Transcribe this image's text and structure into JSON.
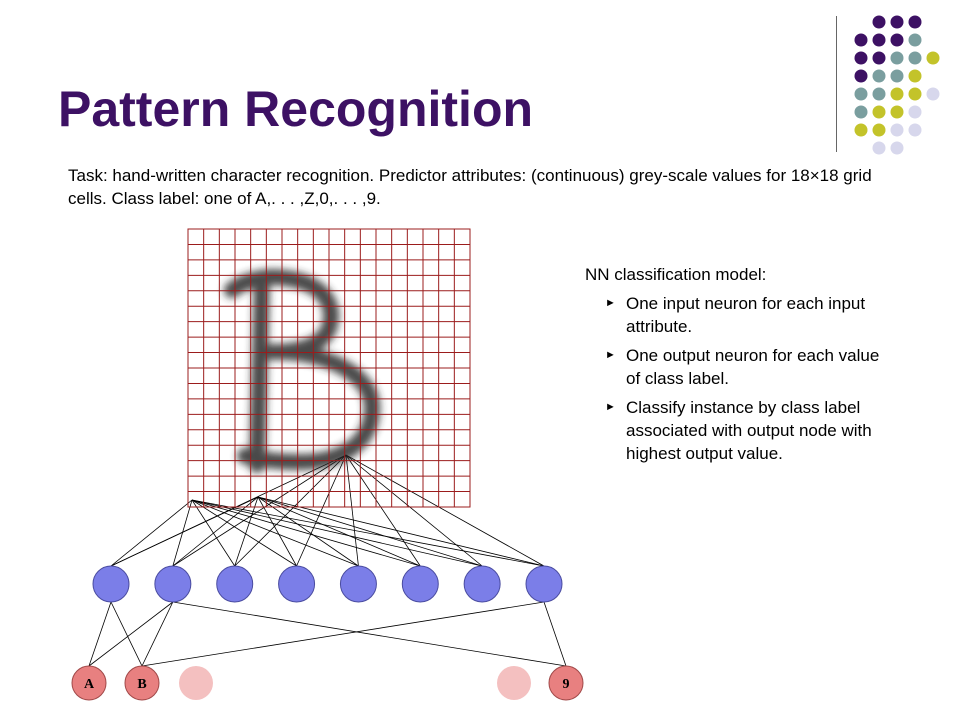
{
  "slide": {
    "title": "Pattern Recognition",
    "task_text": "Task: hand-written character recognition. Predictor attributes: (continuous) grey-scale values for 18×18 grid cells. Class label: one of A,. . . ,Z,0,. . . ,9.",
    "nn_panel": {
      "title": "NN classification model:",
      "bullets": [
        "One input neuron for each input attribute.",
        "One output neuron for each value of class label.",
        "Classify instance by class label associated with output node with highest output value."
      ]
    }
  },
  "colors": {
    "title": "#3d1164",
    "grid_line": "#9b1c1c",
    "glyph": "#2a2a2a",
    "hidden_node": "#7b7ee8",
    "output_node": "#e88080",
    "output_node_faded": "#f4c0c0",
    "dot_purple": "#3d1164",
    "dot_teal": "#7a9e9f",
    "dot_olive": "#c3c32a",
    "dot_lavender": "#d7d7ec"
  },
  "diagram": {
    "grid_size": 18,
    "drawn_character": "B",
    "hidden_count": 8,
    "output_nodes": [
      {
        "label": "A",
        "faded": false
      },
      {
        "label": "B",
        "faded": false
      },
      {
        "label": "",
        "faded": true
      },
      {
        "label": "",
        "faded": true
      },
      {
        "label": "9",
        "faded": false
      }
    ]
  }
}
